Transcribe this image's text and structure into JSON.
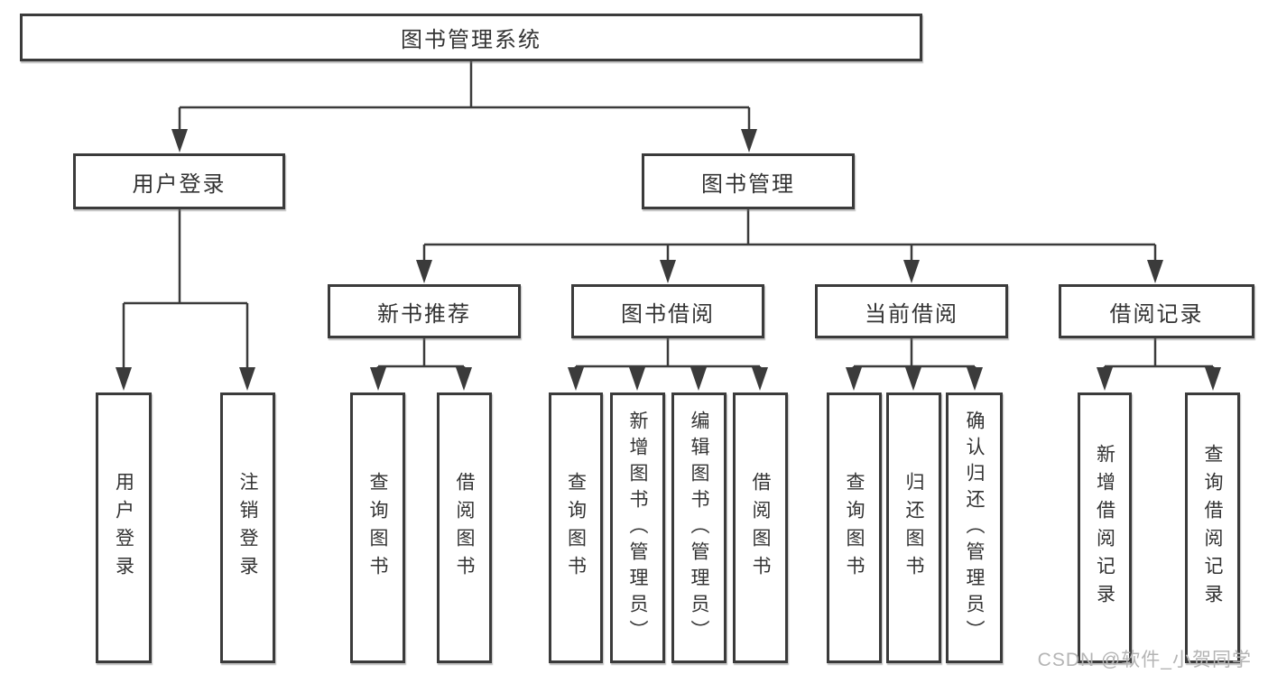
{
  "diagram": {
    "root": {
      "label": "图书管理系统"
    },
    "level2": [
      {
        "label": "用户登录"
      },
      {
        "label": "图书管理"
      }
    ],
    "level3": [
      {
        "label": "新书推荐"
      },
      {
        "label": "图书借阅"
      },
      {
        "label": "当前借阅"
      },
      {
        "label": "借阅记录"
      }
    ],
    "leaves": [
      {
        "label": "用户登录"
      },
      {
        "label": "注销登录"
      },
      {
        "label": "查询图书"
      },
      {
        "label": "借阅图书"
      },
      {
        "label": "查询图书"
      },
      {
        "label": "新增图书（管理员）"
      },
      {
        "label": "编辑图书（管理员）"
      },
      {
        "label": "借阅图书"
      },
      {
        "label": "查询图书"
      },
      {
        "label": "归还图书"
      },
      {
        "label": "确认归还（管理员）"
      },
      {
        "label": "新增借阅记录"
      },
      {
        "label": "查询借阅记录"
      }
    ],
    "colors": {
      "line": "#3b3b3b",
      "box_background": "#ffffff",
      "text": "#333333",
      "watermark": "#b4b4b4"
    }
  },
  "watermark": {
    "text": "CSDN @软件_小贺同学"
  }
}
